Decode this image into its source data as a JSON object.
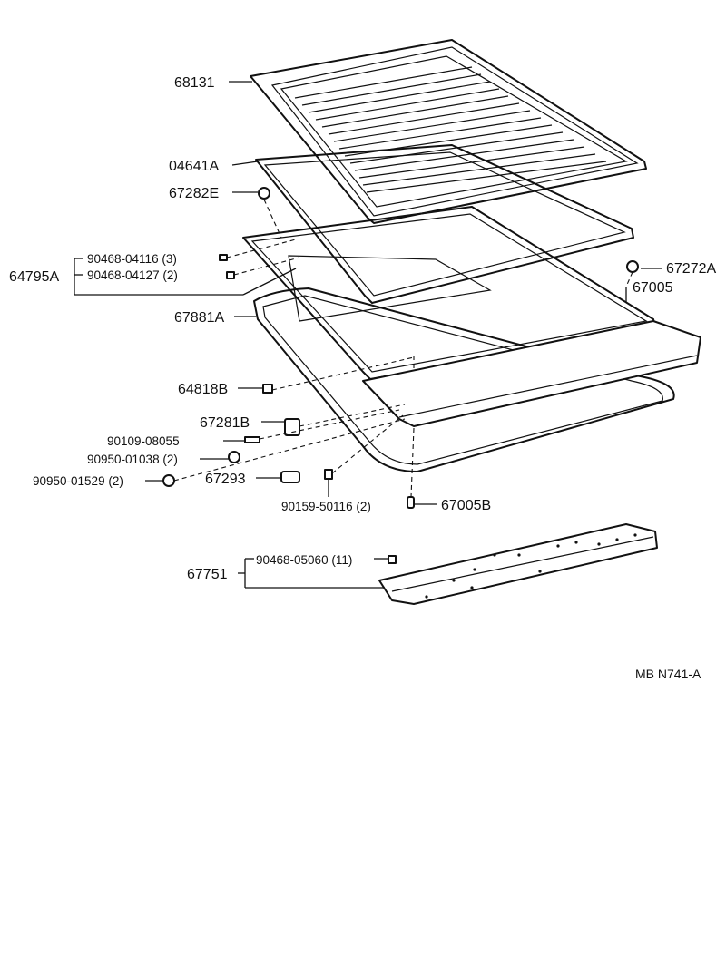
{
  "labels": {
    "p68131": "68131",
    "p04641A": "04641A",
    "p67282E": "67282E",
    "p64795A": "64795A",
    "p90468_04116": "90468-04116 (3)",
    "p90468_04127": "90468-04127 (2)",
    "p67881A": "67881A",
    "p67272A": "67272A",
    "p67005": "67005",
    "p64818B": "64818B",
    "p67281B": "67281B",
    "p90109_08055": "90109-08055",
    "p90950_01038": "90950-01038 (2)",
    "p90950_01529": "90950-01529 (2)",
    "p67293": "67293",
    "p90159_50116": "90159-50116 (2)",
    "p67005B": "67005B",
    "p67751": "67751",
    "p90468_05060": "90468-05060 (11)",
    "diagram_code": "MB  N741-A"
  },
  "colors": {
    "ink": "#111111",
    "background": "#ffffff"
  }
}
